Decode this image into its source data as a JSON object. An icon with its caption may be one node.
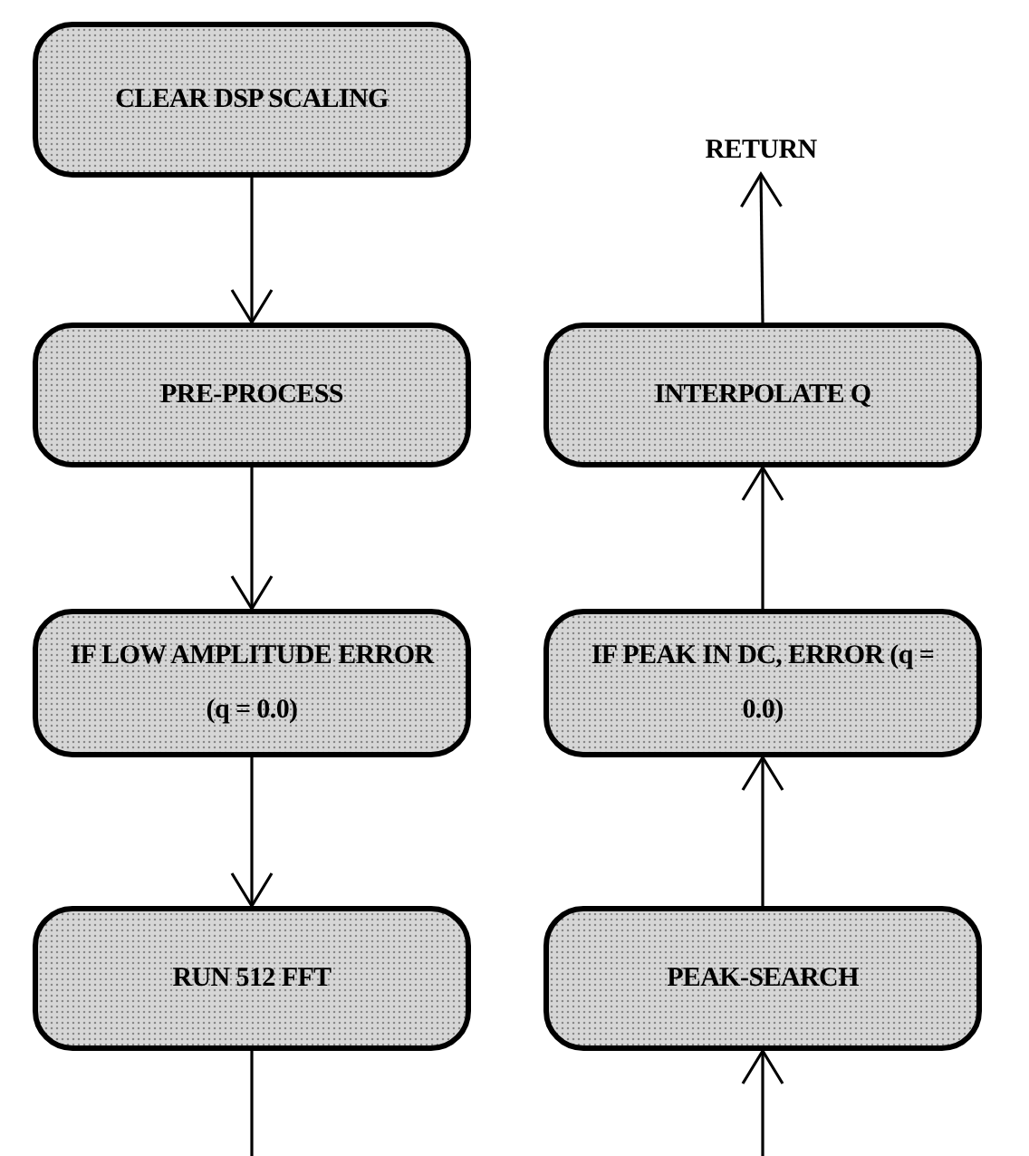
{
  "diagram": {
    "nodes": [
      {
        "text": [
          "CLEAR DSP SCALING"
        ]
      },
      {
        "text": [
          "PRE-PROCESS"
        ]
      },
      {
        "text": [
          "IF LOW AMPLITUDE ERROR (q = 0.0)"
        ]
      },
      {
        "text": [
          "RUN 512 FFT"
        ]
      },
      {
        "text": [
          "RETURN"
        ]
      },
      {
        "text": [
          "INTERPOLATE Q"
        ]
      },
      {
        "text": [
          "IF PEAK IN DC, ERROR (q = 0.0)"
        ]
      },
      {
        "text": [
          "PEAK-SEARCH"
        ]
      }
    ],
    "edges": [
      {
        "from": 0,
        "to": 1,
        "arrow": "to"
      },
      {
        "from": 1,
        "to": 2,
        "arrow": "to"
      },
      {
        "from": 2,
        "to": 3,
        "arrow": "to"
      },
      {
        "from": 3,
        "to": null,
        "arrow": "none"
      },
      {
        "from": null,
        "to": 7,
        "arrow": "to"
      },
      {
        "from": 7,
        "to": 6,
        "arrow": "to"
      },
      {
        "from": 6,
        "to": 5,
        "arrow": "to"
      },
      {
        "from": 5,
        "to": 4,
        "arrow": "to"
      }
    ]
  }
}
